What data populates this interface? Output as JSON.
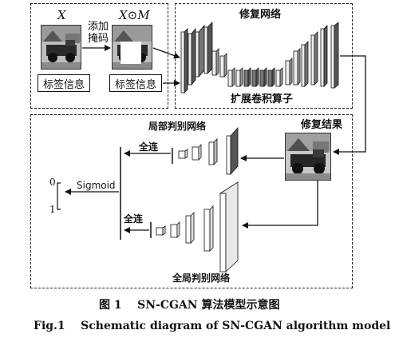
{
  "input": {
    "x_label": "X",
    "xm_label": "X⊙M",
    "mask_step": [
      "添加",
      "掩码"
    ],
    "tag_info_1": "标签信息",
    "tag_info_2": "标签信息"
  },
  "repair_network": {
    "title": "修复网络",
    "dilated_conv": "扩展卷积算子"
  },
  "discriminators": {
    "repair_result": "修复结果",
    "local_title": "局部判别网络",
    "global_title": "全局判别网络",
    "fc_local": "全连",
    "fc_global": "全连",
    "sigmoid": "Sigmoid",
    "out_zero": "0",
    "out_one": "1"
  },
  "caption": {
    "zh": "图 1    SN-CGAN 算法模型示意图",
    "en": "Fig.1    Schematic diagram of SN-CGAN algorithm model"
  }
}
